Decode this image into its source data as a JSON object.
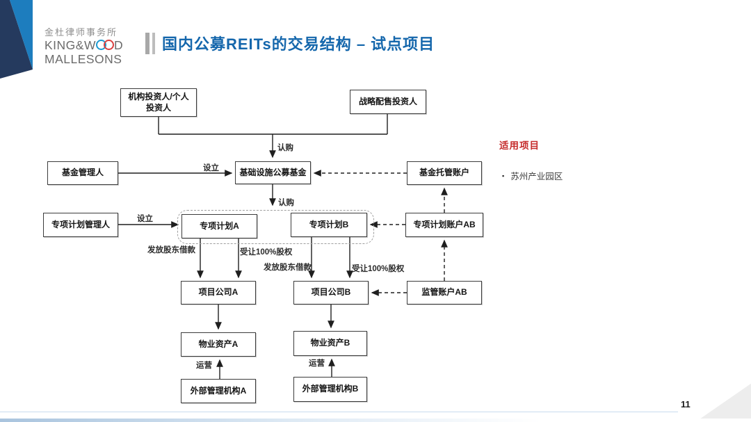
{
  "slide": {
    "page_number": "11"
  },
  "logo": {
    "cn": "金杜律师事务所",
    "en_line1_pre": "KING&W",
    "en_line1_post": "D",
    "en_line2": "MALLESONS"
  },
  "title": {
    "text": "国内公募REITs的交易结构 – 试点项目"
  },
  "sidebar": {
    "heading": "适用项目",
    "items": [
      {
        "bullet": "▪",
        "label": "苏州产业园区"
      }
    ]
  },
  "diagram": {
    "nodes": {
      "institutional_investors": {
        "label": "机构投资人/个人\n投资人"
      },
      "strategic_investors": {
        "label": "战略配售投资人"
      },
      "fund_manager": {
        "label": "基金管理人"
      },
      "infrastructure_fund": {
        "label": "基础设施公募基金"
      },
      "fund_custody_account": {
        "label": "基金托管账户"
      },
      "plan_manager": {
        "label": "专项计划管理人"
      },
      "plan_a": {
        "label": "专项计划A"
      },
      "plan_b": {
        "label": "专项计划B"
      },
      "plan_account_ab": {
        "label": "专项计划账户AB"
      },
      "project_company_a": {
        "label": "项目公司A"
      },
      "project_company_b": {
        "label": "项目公司B"
      },
      "supervision_account_ab": {
        "label": "监管账户AB"
      },
      "property_asset_a": {
        "label": "物业资产A"
      },
      "property_asset_b": {
        "label": "物业资产B"
      },
      "external_manager_a": {
        "label": "外部管理机构A"
      },
      "external_manager_b": {
        "label": "外部管理机构B"
      }
    },
    "edge_labels": {
      "subscribe_top": "认购",
      "subscribe_mid": "认购",
      "establish_fund": "设立",
      "establish_plan": "设立",
      "loan_a": "发放股东借款",
      "equity_a": "受让100%股权",
      "loan_b": "发放股东借款",
      "equity_b": "受让100%股权",
      "operate_a": "运营",
      "operate_b": "运营"
    }
  },
  "colors": {
    "title_blue": "#1567ac",
    "heading_red": "#c52b2b",
    "corner_navy": "#253a5e",
    "corner_blue": "#1d7dbe",
    "logo_o_blue": "#1b9ad2",
    "logo_o_red": "#d94040"
  }
}
